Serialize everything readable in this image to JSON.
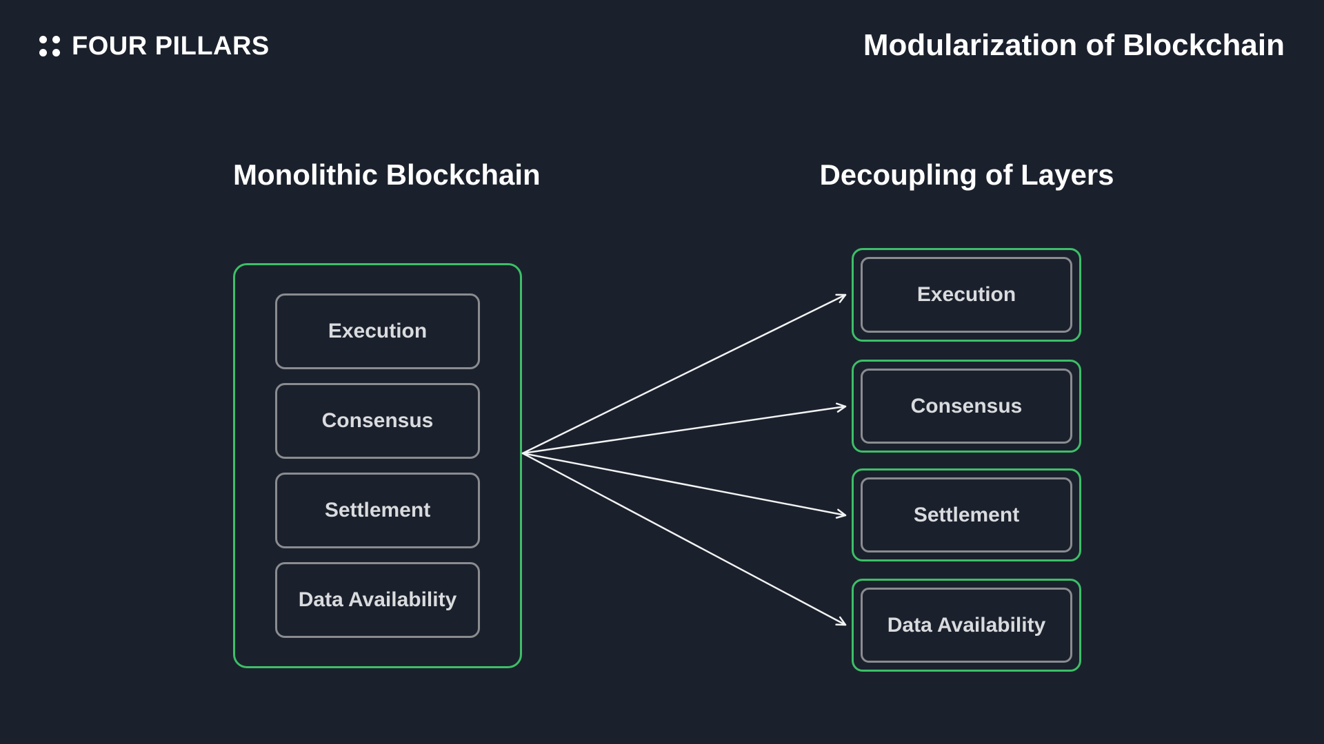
{
  "brand": {
    "name": "FOUR PILLARS"
  },
  "title": "Modularization of Blockchain",
  "left_panel": {
    "header": "Monolithic Blockchain",
    "layers": [
      "Execution",
      "Consensus",
      "Settlement",
      "Data Availability"
    ]
  },
  "right_panel": {
    "header": "Decoupling of Layers",
    "layers": [
      "Execution",
      "Consensus",
      "Settlement",
      "Data Availability"
    ]
  },
  "colors": {
    "background": "#1b212c",
    "accent_green": "#3dbf68",
    "box_border_gray": "#8a8c90",
    "label_text": "#d9dbde",
    "heading_text": "#ffffff",
    "arrow": "#f2f3f4"
  }
}
